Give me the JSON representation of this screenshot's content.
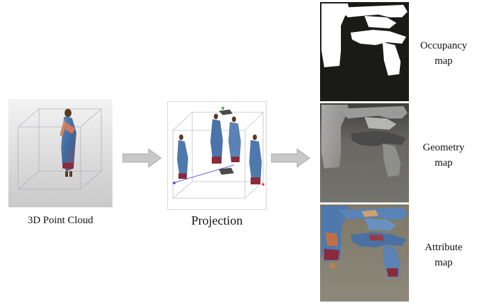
{
  "stages": {
    "point_cloud_caption": "3D Point Cloud",
    "projection_caption": "Projection"
  },
  "maps": [
    {
      "line1": "Occupancy",
      "line2": "map"
    },
    {
      "line1": "Geometry",
      "line2": "map"
    },
    {
      "line1": "Attribute",
      "line2": "map"
    }
  ],
  "colors": {
    "arrow_fill": "#c8c8c8",
    "arrow_stroke": "#a8a8a8",
    "occupancy_bg": "#1a1a18",
    "geometry_bg": "#6e6c66",
    "attribute_bg": "#8a8478",
    "cube_edge": "#b9b9c4"
  },
  "icons": [
    "arrow-right-icon",
    "arrow-right-icon"
  ]
}
